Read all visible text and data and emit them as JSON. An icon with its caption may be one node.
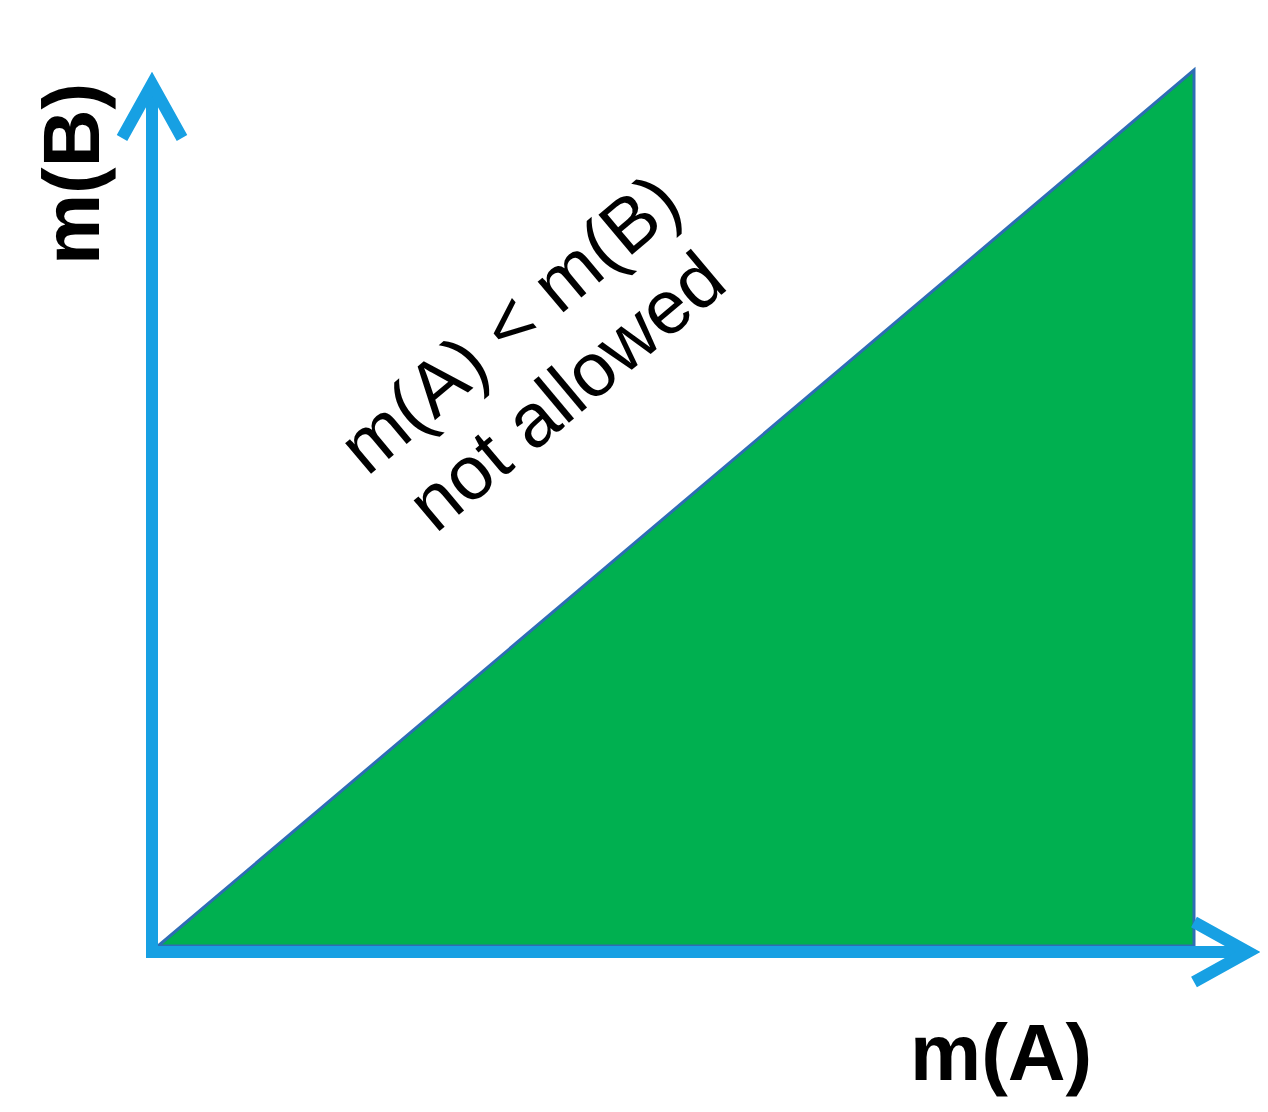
{
  "diagram": {
    "labels": [
      "m(B)",
      "m(A) < m(B) not allowed",
      "m(A)"
    ]
  }
}
